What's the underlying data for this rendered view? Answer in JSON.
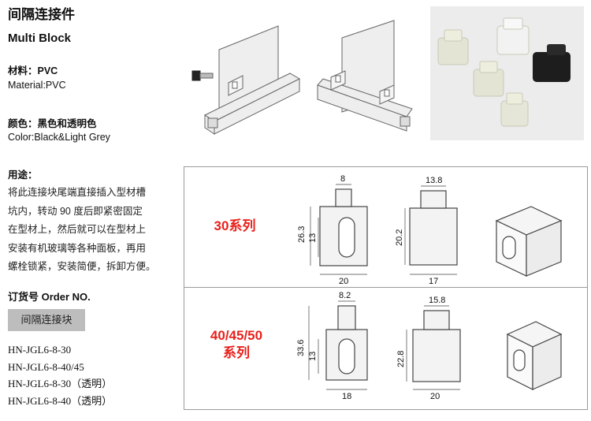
{
  "header": {
    "title_cn": "间隔连接件",
    "title_en": "Multi Block"
  },
  "material": {
    "cn": "材料：PVC",
    "en": "Material:PVC"
  },
  "color": {
    "cn": "颜色：黑色和透明色",
    "en": "Color:Black&Light Grey"
  },
  "usage": {
    "heading": "用途：",
    "lines": [
      "将此连接块尾端直接插入型材槽",
      "坑内，转动 90 度后即紧密固定",
      "在型材上，然后就可以在型材上",
      "安装有机玻璃等各种面板，再用",
      "螺栓锁紧，安装简便，拆卸方便。"
    ]
  },
  "order": {
    "heading": "订货号 Order NO.",
    "button": "间隔连接块",
    "codes": [
      "HN-JGL6-8-30",
      "HN-JGL6-8-40/45",
      "HN-JGL6-8-30（透明）",
      "HN-JGL6-8-40（透明）"
    ]
  },
  "drawings": {
    "s30": {
      "label": "30系列",
      "dims": {
        "top_w": "8",
        "height": "26.3",
        "slot": "13",
        "width": "20",
        "side_top": "13.8",
        "side_h": "20.2",
        "side_w": "17"
      }
    },
    "s40": {
      "label_a": "40/45/50",
      "label_b": "系列",
      "dims": {
        "top_w": "8.2",
        "height": "33.6",
        "slot": "13",
        "width": "18",
        "side_top": "15.8",
        "side_h": "22.8",
        "side_w": "20"
      }
    }
  },
  "colors": {
    "accent": "#e8211c",
    "button_bg": "#bdbdbd",
    "frame": "#9a9a9a"
  }
}
